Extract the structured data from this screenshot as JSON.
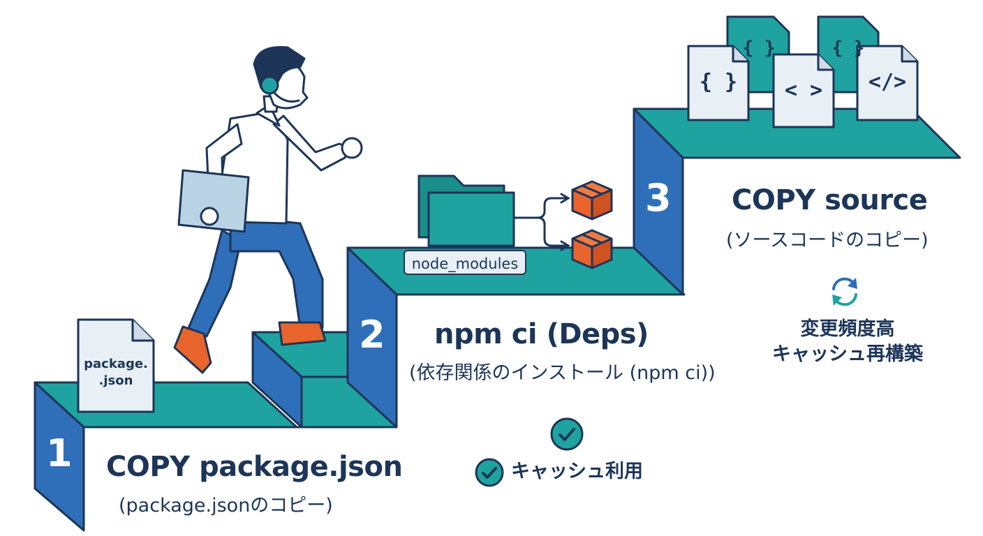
{
  "steps": [
    {
      "number": "1",
      "title": "COPY package.json",
      "subtitle": "(package.jsonのコピー)"
    },
    {
      "number": "2",
      "title": "npm ci (Deps)",
      "subtitle": "(依存関係のインストール (npm ci))"
    },
    {
      "number": "3",
      "title": "COPY source",
      "subtitle": "(ソースコードのコピー)"
    }
  ],
  "file_labels": {
    "package_json_line1": "package.",
    "package_json_line2": ".json",
    "node_modules": "node_modules",
    "json_braces": "{ }",
    "code_brackets": "< >",
    "code_slash": "</>"
  },
  "notes": {
    "cache_use": "キャッシュ利用",
    "change_line1": "変更頻度高",
    "change_line2": "キャッシュ再構築"
  },
  "colors": {
    "teal": "#1fa3a0",
    "blue": "#2f6fba",
    "navy": "#1c3558",
    "orange": "#e8642c",
    "paper": "#e8f0f6"
  }
}
